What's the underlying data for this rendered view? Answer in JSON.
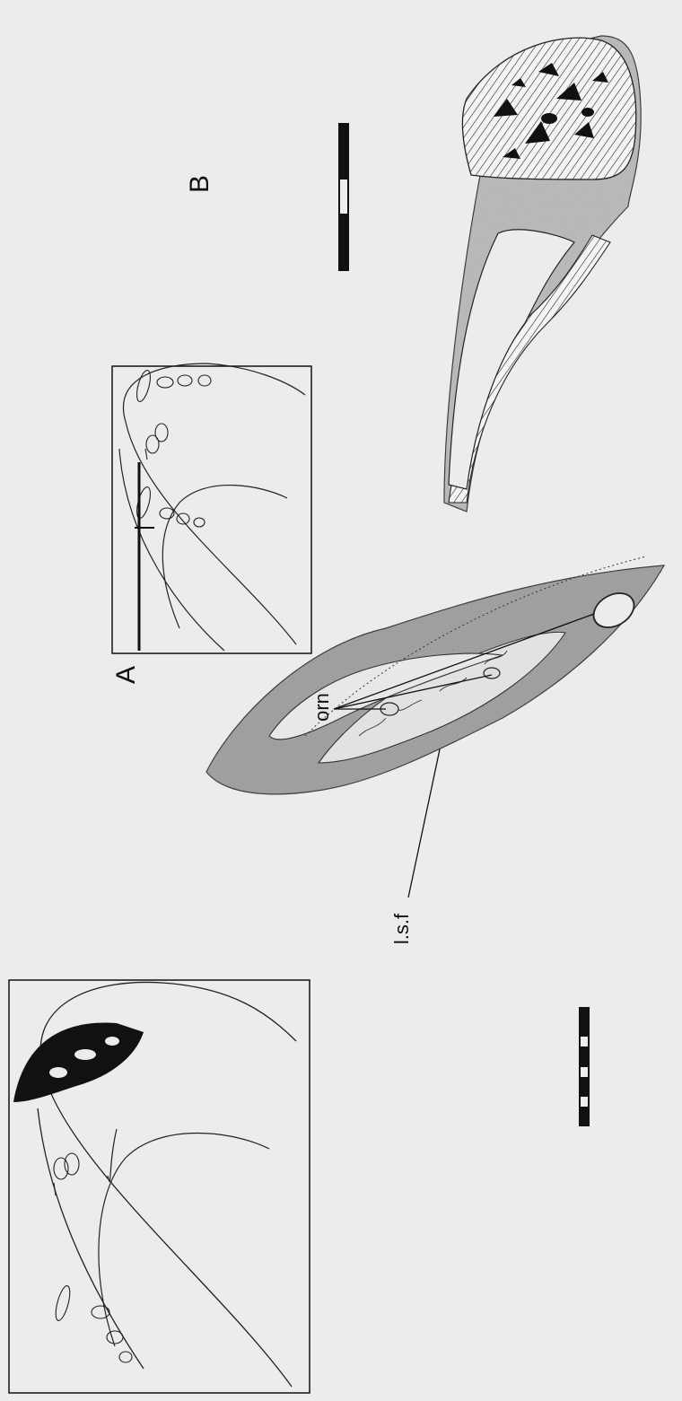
{
  "figure": {
    "panel_a_label": "A",
    "panel_b_label": "B",
    "label_orn": "orn",
    "label_lsf": "l.s.f"
  },
  "colors": {
    "background": "#ececec",
    "ink": "#111111",
    "stipple": "#555555"
  }
}
